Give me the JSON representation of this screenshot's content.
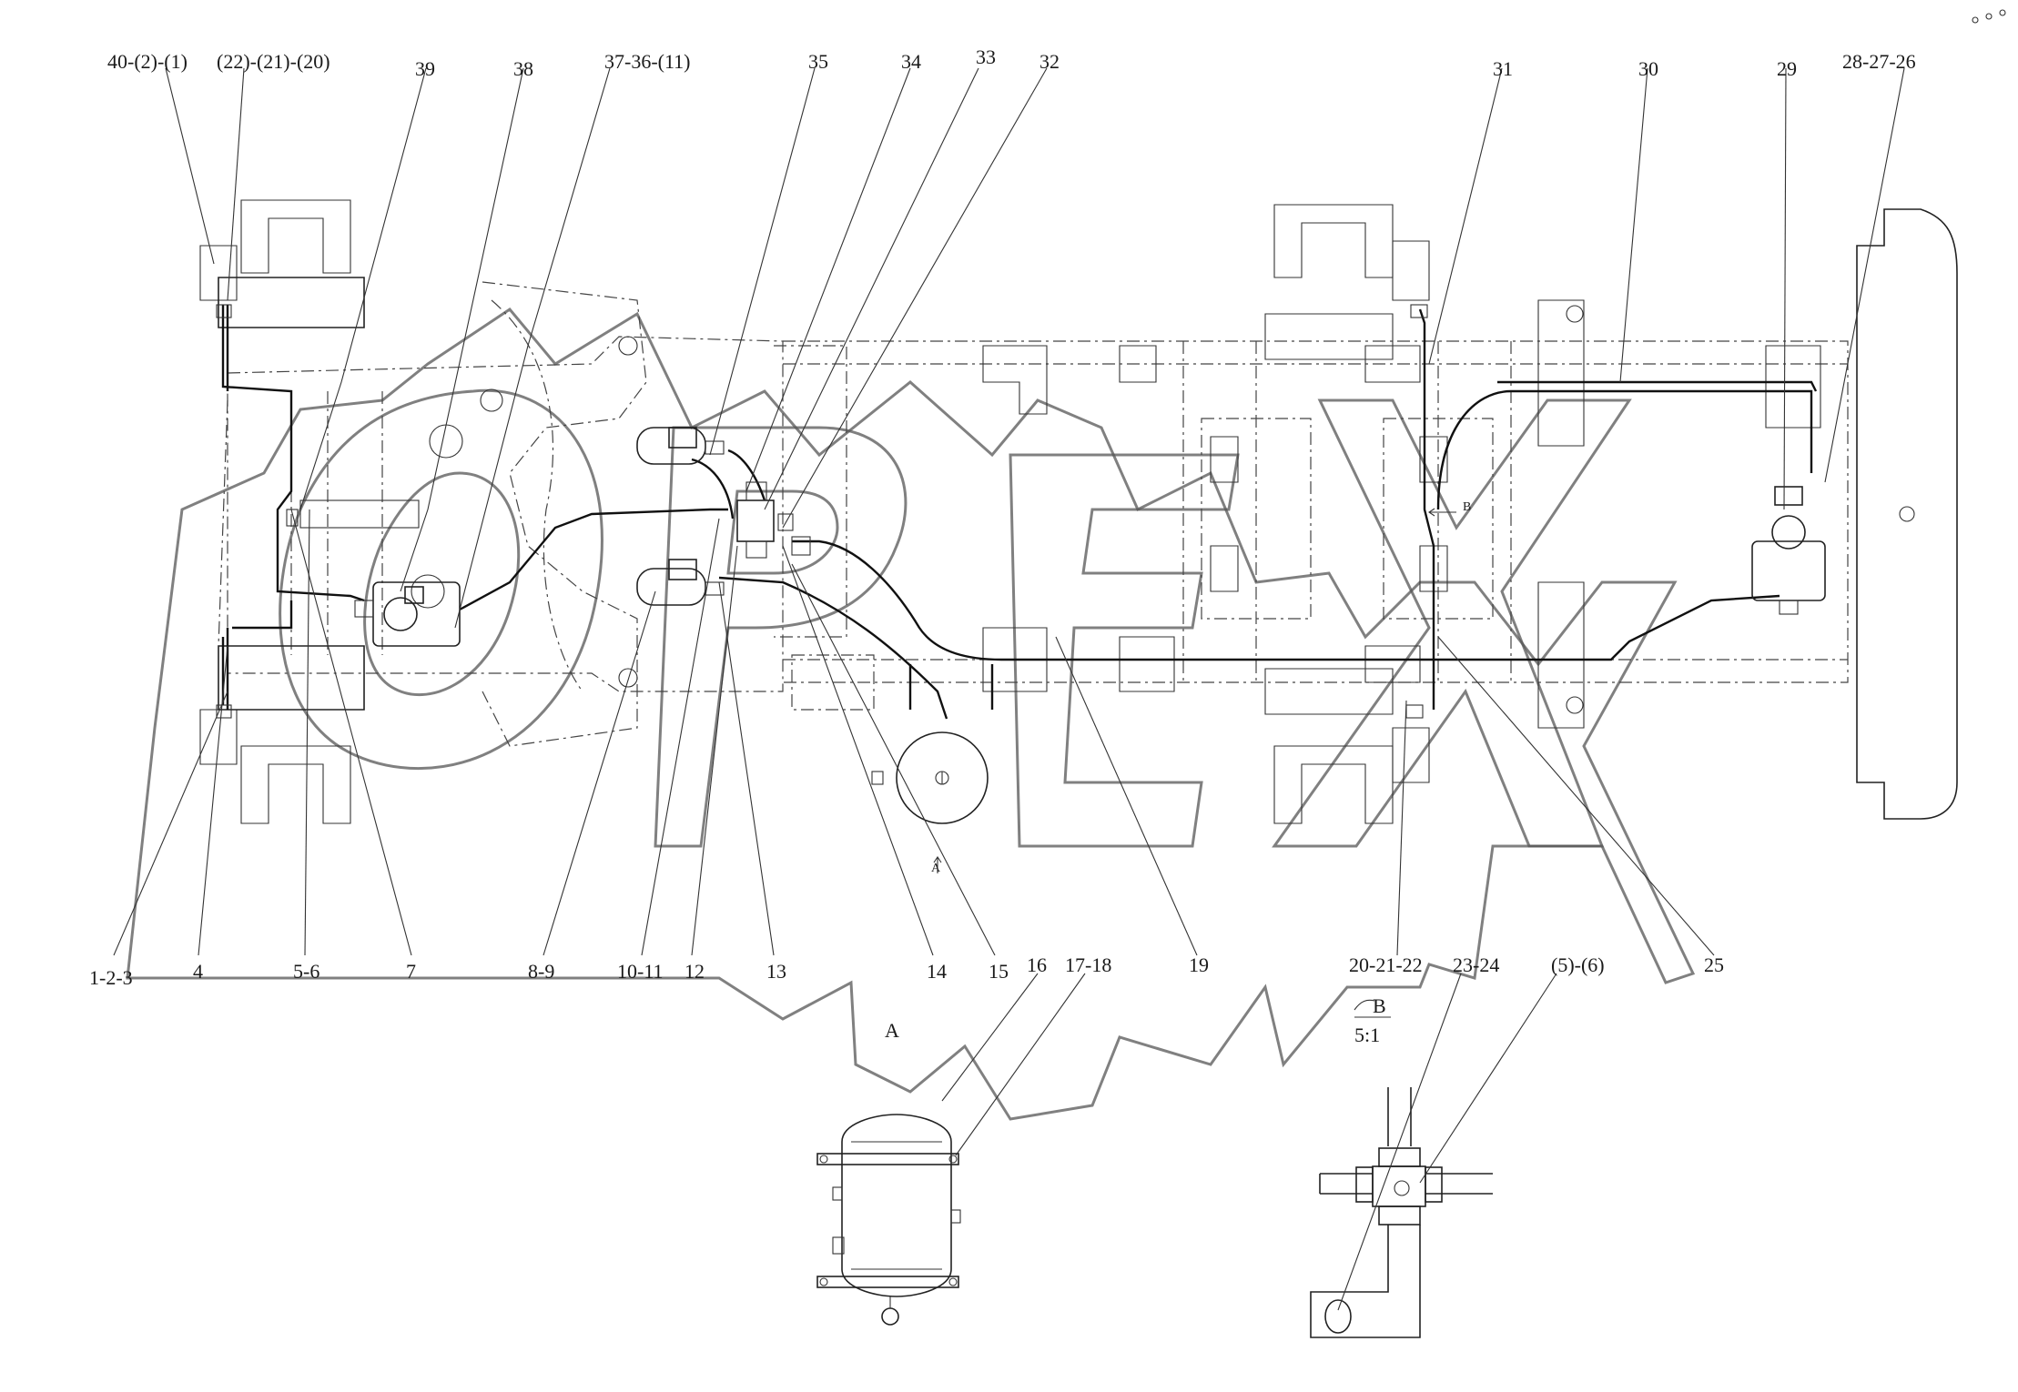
{
  "top_labels": [
    "40-(2)-(1)",
    "(22)-(21)-(20)",
    "39",
    "38",
    "37-36-(11)",
    "35",
    "34",
    "33",
    "32",
    "31",
    "30",
    "29",
    "28-27-26"
  ],
  "bottom_labels": [
    "1-2-3",
    "4",
    "5-6",
    "7",
    "8-9",
    "10-11",
    "12",
    "13",
    "14",
    "15",
    "16",
    "17-18",
    "19",
    "20-21-22",
    "23-24",
    "(5)-(6)",
    "25"
  ],
  "view_a": "A",
  "view_a_small": "A",
  "view_b_marker": "B",
  "detail_b": {
    "name": "B",
    "scale": "5:1"
  },
  "watermark_letters": [
    "O",
    "P",
    "E",
    "X"
  ]
}
